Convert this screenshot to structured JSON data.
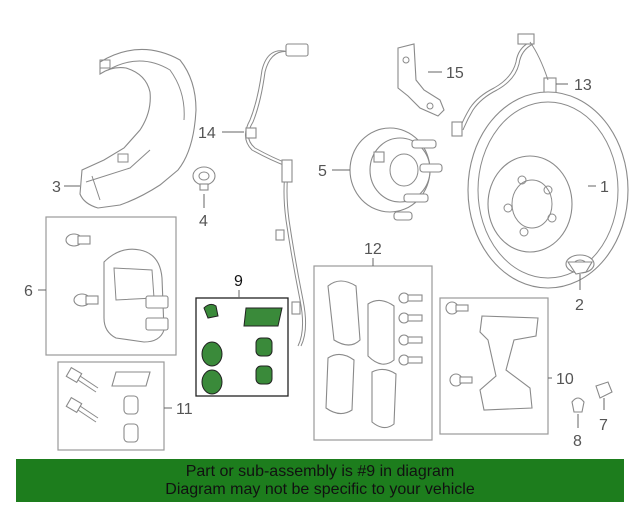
{
  "callouts": {
    "c1": "1",
    "c2": "2",
    "c3": "3",
    "c4": "4",
    "c5": "5",
    "c6": "6",
    "c7": "7",
    "c8": "8",
    "c9": "9",
    "c10": "10",
    "c11": "11",
    "c12": "12",
    "c13": "13",
    "c14": "14",
    "c15": "15"
  },
  "footer": {
    "line1": "Part or sub-assembly is #9 in diagram",
    "line2": "Diagram may not be specific to your vehicle",
    "background": "#1d7d1d"
  },
  "highlight": {
    "part_number": "9",
    "color": "#3a8a3a"
  }
}
